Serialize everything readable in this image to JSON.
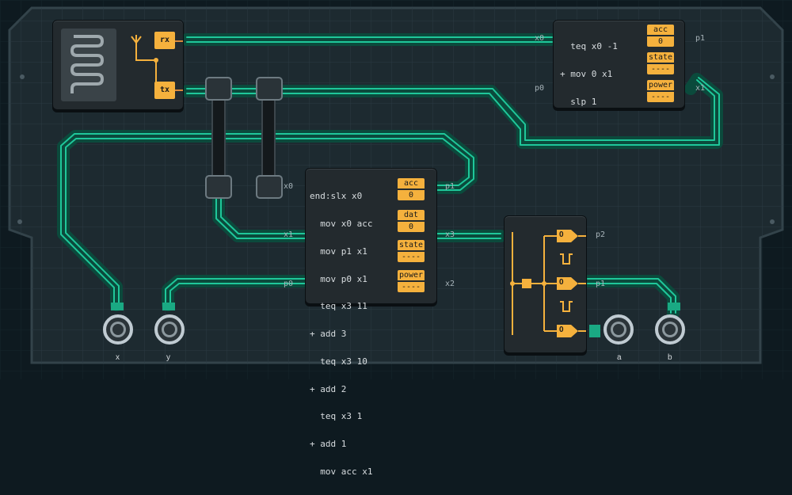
{
  "board": {
    "radio": {
      "rx": "rx",
      "tx": "tx"
    },
    "chip_top": {
      "code": [
        "  teq x0 -1",
        "+ mov 0 x1",
        "  slp 1"
      ],
      "registers": [
        {
          "label": "acc",
          "value": "0"
        },
        {
          "label": "state",
          "value": "----"
        },
        {
          "label": "power",
          "value": "----"
        }
      ],
      "pins": {
        "x0": "x0",
        "p1": "p1",
        "p0": "p0",
        "x1": "x1"
      }
    },
    "chip_main": {
      "code": [
        "end:slx x0",
        "  mov x0 acc",
        "  mov p1 x1",
        "  mov p0 x1",
        "  teq x3 11",
        "+ add 3",
        "  teq x3 10",
        "+ add 2",
        "  teq x3 1",
        "+ add 1",
        "  mov acc x1"
      ],
      "registers": [
        {
          "label": "acc",
          "value": "0"
        },
        {
          "label": "dat",
          "value": "0"
        },
        {
          "label": "state",
          "value": "----"
        },
        {
          "label": "power",
          "value": "----"
        }
      ],
      "pins": {
        "x0": "x0",
        "p1": "p1",
        "x1": "x1",
        "x3": "x3",
        "p0": "p0",
        "x2": "x2"
      }
    },
    "chip_right": {
      "outputs": [
        "0",
        "0",
        "0"
      ],
      "pins": {
        "p2": "p2",
        "p1": "p1"
      }
    },
    "io_labels": {
      "x": "x",
      "y": "y",
      "a": "a",
      "b": "b"
    }
  },
  "colors": {
    "background": "#0e1a20",
    "board": "#1d2a30",
    "trace": "#1fc79a",
    "accent": "#f5b13d",
    "chip": "#232a2e"
  }
}
